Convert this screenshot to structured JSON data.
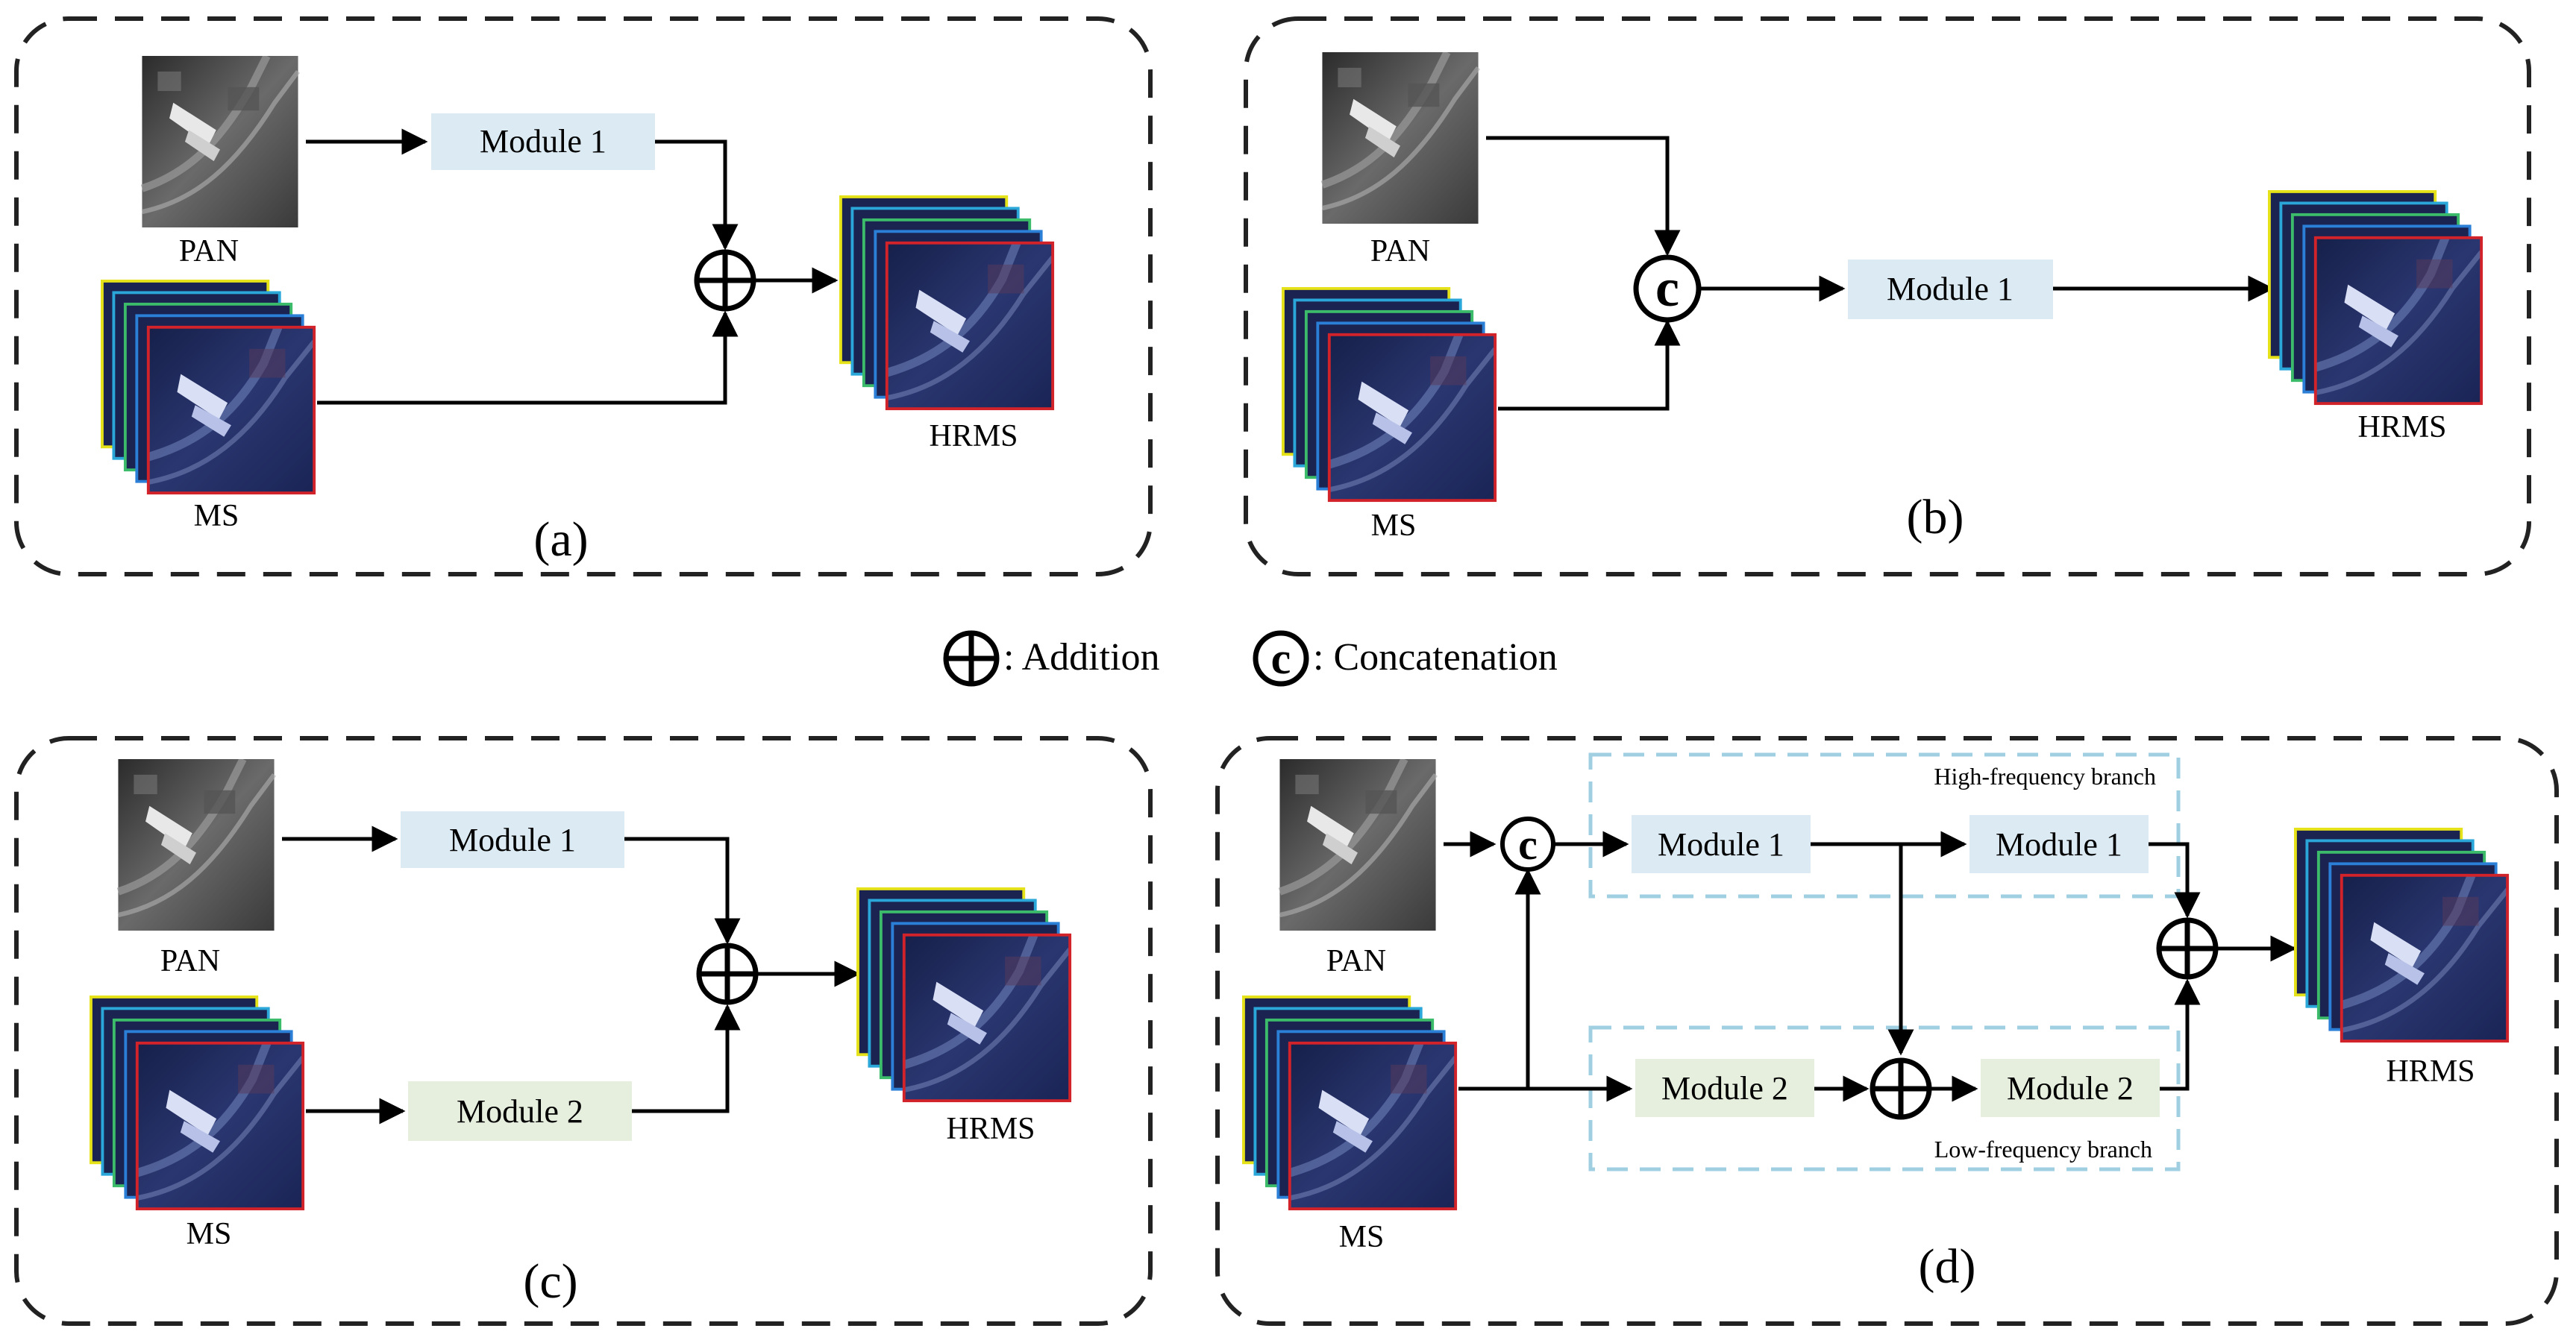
{
  "panels": {
    "a": {
      "caption": "(a)",
      "pan_label": "PAN",
      "ms_label": "MS",
      "hrms_label": "HRMS",
      "module1": "Module 1"
    },
    "b": {
      "caption": "(b)",
      "pan_label": "PAN",
      "ms_label": "MS",
      "hrms_label": "HRMS",
      "module1": "Module 1"
    },
    "c": {
      "caption": "(c)",
      "pan_label": "PAN",
      "ms_label": "MS",
      "hrms_label": "HRMS",
      "module1": "Module 1",
      "module2": "Module 2"
    },
    "d": {
      "caption": "(d)",
      "pan_label": "PAN",
      "ms_label": "MS",
      "hrms_label": "HRMS",
      "high_branch_module1a": "Module 1",
      "high_branch_module1b": "Module 1",
      "low_branch_module2a": "Module 2",
      "low_branch_module2b": "Module 2",
      "high_branch_label": "High-frequency branch",
      "low_branch_label": "Low-frequency branch"
    }
  },
  "legend": {
    "addition_label": ": Addition",
    "concat_label": ": Concatenation",
    "concat_symbol": "c"
  },
  "colors": {
    "module1_fill": "#dcebf3",
    "module2_fill": "#e6eedd",
    "branch_box_stroke": "#9fcfe0",
    "ms_frame_colors": [
      "#e6e21a",
      "#2aa7d8",
      "#3cbc6a",
      "#2b7fd6",
      "#d2232a"
    ],
    "image_dark": "#1b2451"
  }
}
